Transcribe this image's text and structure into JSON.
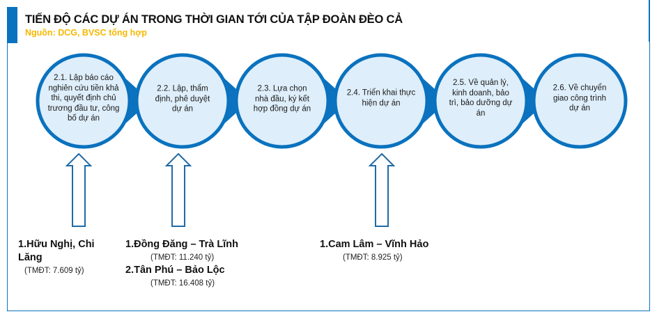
{
  "header": {
    "title": "TIẾN ĐỘ CÁC DỰ ÁN TRONG THỜI GIAN TỚI CỦA TẬP ĐOÀN ĐÈO CẢ",
    "source": "Nguồn: DCG, BVSC tổng hợp"
  },
  "colors": {
    "accent": "#0a72be",
    "circle_fill": "#deeefa",
    "source": "#f5b800"
  },
  "steps": [
    {
      "label": "2.1. Lập báo cáo nghiên cứu tiền khả thi, quyết định chủ trương đầu tư, công bố dự án"
    },
    {
      "label": "2.2. Lập, thẩm định, phê duyệt dự án"
    },
    {
      "label": "2.3. Lựa chọn nhà đầu, ký kết hợp đồng dự án"
    },
    {
      "label": "2.4. Triển khai thực hiện dự án"
    },
    {
      "label": "2.5. Về quản lý, kinh doanh, bảo trì, bảo dưỡng dự án"
    },
    {
      "label": "2.6. Về chuyển giao công trình dự án"
    }
  ],
  "project_groups": [
    {
      "step": "2.1",
      "projects": [
        {
          "name": "1.Hữu Nghị, Chi Lăng",
          "cost": "(TMĐT: 7.609 tỷ)"
        }
      ]
    },
    {
      "step": "2.2",
      "projects": [
        {
          "name": "1.Đồng Đăng – Trà Lĩnh",
          "cost": "(TMĐT: 11.240 tỷ)"
        },
        {
          "name": "2.Tân Phú – Bảo Lộc",
          "cost": "(TMĐT: 16.408 tỷ)"
        }
      ]
    },
    {
      "step": "2.4",
      "projects": [
        {
          "name": "1.Cam Lâm – Vĩnh Hảo",
          "cost": "(TMĐT: 8.925 tỷ)"
        }
      ]
    }
  ]
}
